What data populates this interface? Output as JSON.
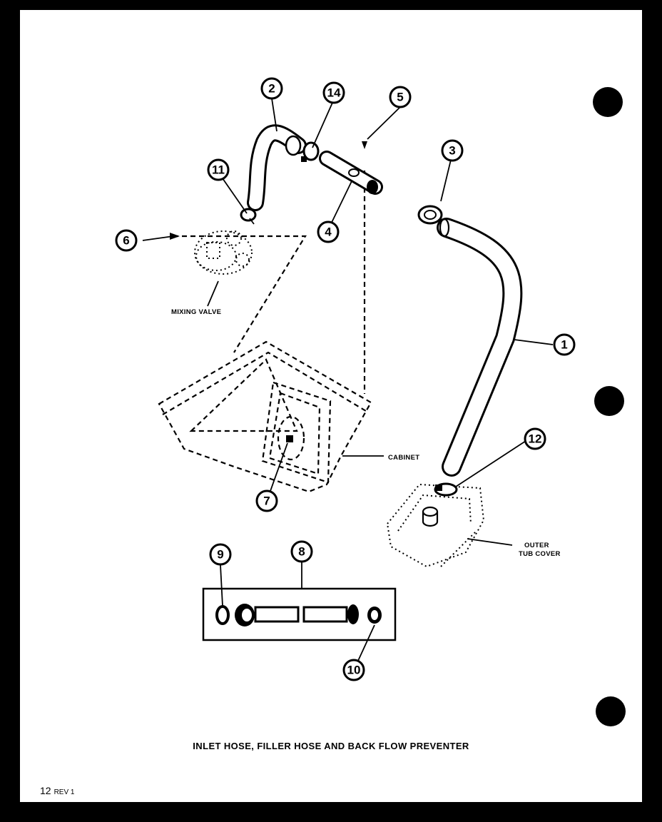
{
  "title": "INLET HOSE, FILLER HOSE AND BACK FLOW PREVENTER",
  "page": {
    "number": "12",
    "rev": "REV 1"
  },
  "labels": {
    "mixing_valve": "MIXING VALVE",
    "cabinet": "CABINET",
    "outer_tub_cover_1": "OUTER",
    "outer_tub_cover_2": "TUB COVER"
  },
  "callouts": [
    "1",
    "2",
    "3",
    "4",
    "5",
    "6",
    "7",
    "8",
    "9",
    "10",
    "11",
    "12",
    "14"
  ]
}
